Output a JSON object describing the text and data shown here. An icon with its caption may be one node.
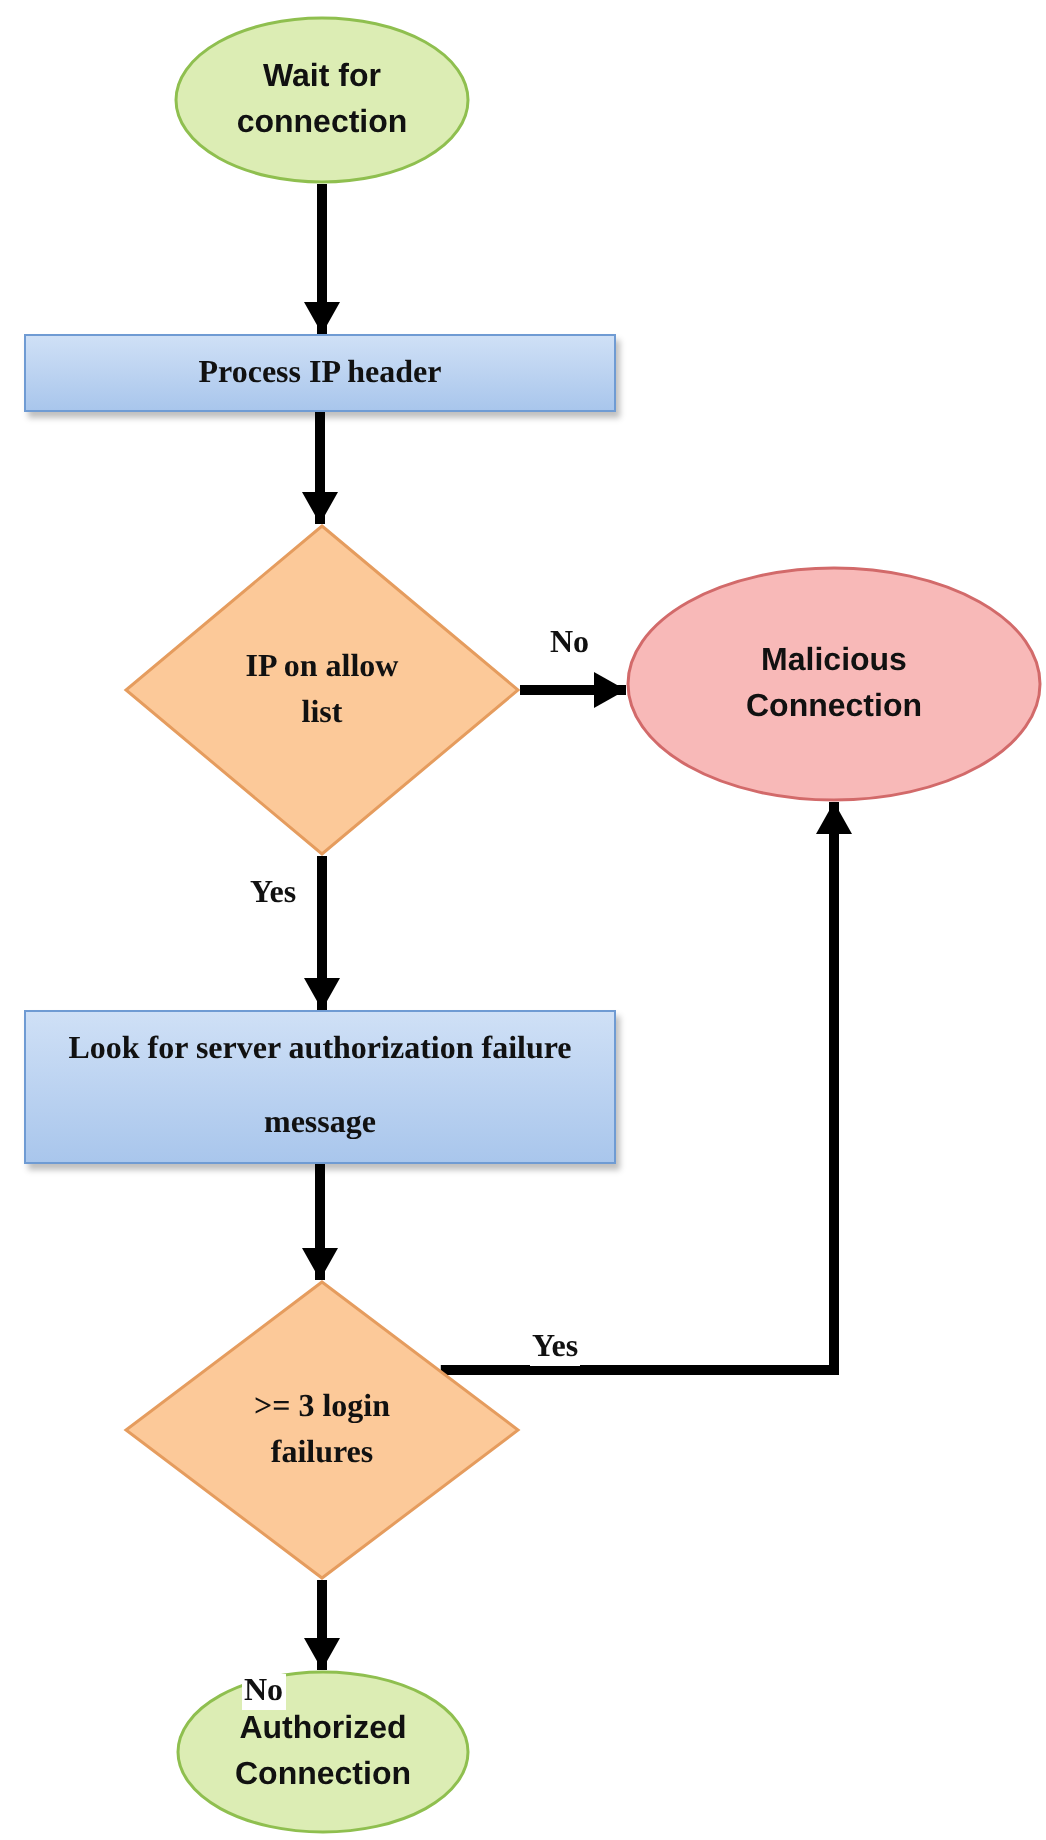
{
  "diagram": {
    "nodes": [
      {
        "text": [
          "Wait for connection"
        ]
      },
      {
        "text": [
          "Process IP header"
        ]
      },
      {
        "text": [
          "IP on allow list"
        ]
      },
      {
        "text": [
          "Malicious Connection"
        ]
      },
      {
        "text": [
          "Look for server authorization failure message"
        ]
      },
      {
        "text": [
          ">= 3 login failures"
        ]
      },
      {
        "text": [
          "Authorized Connection"
        ]
      }
    ],
    "edges": [
      {
        "from": 0,
        "to": 1,
        "arrow": "to"
      },
      {
        "from": 1,
        "to": 2,
        "arrow": "to"
      },
      {
        "from": 2,
        "to": 3,
        "arrow": "to",
        "label": "No"
      },
      {
        "from": 2,
        "to": 4,
        "arrow": "to",
        "label": "Yes"
      },
      {
        "from": 4,
        "to": 5,
        "arrow": "to"
      },
      {
        "from": 5,
        "to": 3,
        "arrow": "to",
        "label": "Yes"
      },
      {
        "from": 5,
        "to": 6,
        "arrow": "to",
        "label": "No"
      }
    ]
  }
}
